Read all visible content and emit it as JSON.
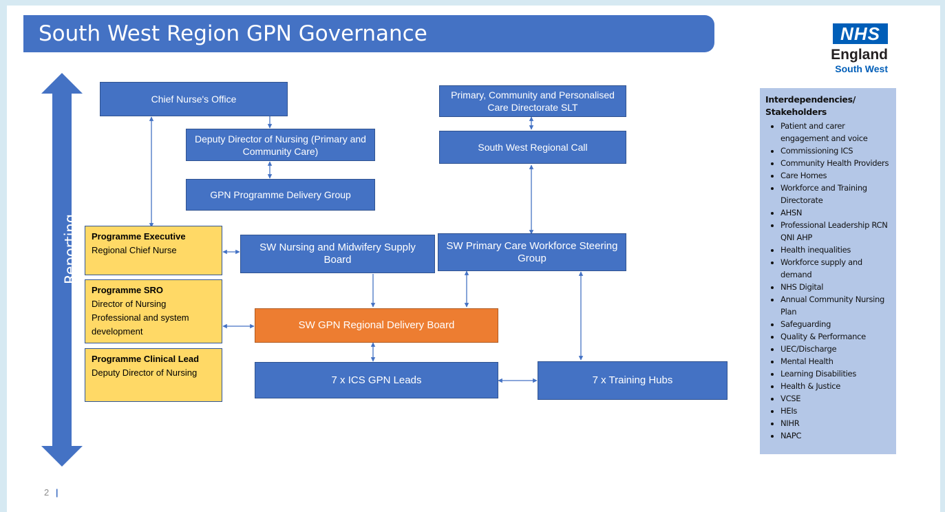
{
  "slide": {
    "title": "South West Region GPN Governance",
    "page_number": "2"
  },
  "logo": {
    "nhs": "NHS",
    "england": "England",
    "region": "South West"
  },
  "reporting_label": "Reporting",
  "nodes": {
    "chief_nurse_office": "Chief Nurse's Office",
    "deputy_director": "Deputy Director of Nursing (Primary and Community Care)",
    "gpn_delivery_group": "GPN Programme Delivery Group",
    "pcpc_directorate": "Primary, Community and Personalised Care Directorate SLT",
    "sw_regional_call": "South West Regional Call",
    "nursing_midwifery_board": "SW Nursing and Midwifery Supply Board",
    "primary_care_steering": "SW Primary Care Workforce Steering Group",
    "regional_delivery_board": "SW GPN  Regional Delivery Board",
    "ics_gpn_leads": "7 x ICS GPN Leads",
    "training_hubs": "7 x Training Hubs"
  },
  "roles": [
    {
      "title": "Programme Executive",
      "desc": "Regional Chief Nurse"
    },
    {
      "title": "Programme SRO",
      "desc": "Director of Nursing Professional and system development"
    },
    {
      "title": "Programme Clinical Lead",
      "desc": "Deputy Director of Nursing"
    }
  ],
  "stakeholders": {
    "title": "Interdependencies/ Stakeholders",
    "items": [
      "Patient and carer engagement and voice",
      "Commissioning ICS",
      "Community Health Providers",
      "Care Homes",
      "Workforce and Training Directorate",
      "AHSN",
      "Professional Leadership RCN QNI AHP",
      "Health inequalities",
      "Workforce supply and demand",
      "NHS Digital",
      "Annual Community Nursing Plan",
      "Safeguarding",
      "Quality & Performance",
      "UEC/Discharge",
      "Mental Health",
      "Learning Disabilities",
      "Health & Justice",
      "VCSE",
      "HEIs",
      "NIHR",
      "NAPC"
    ]
  },
  "colors": {
    "box_blue": "#4472c4",
    "box_orange": "#ed7d31",
    "box_yellow": "#ffd966",
    "side_panel": "#b4c7e7",
    "nhs_blue": "#005eb8"
  }
}
